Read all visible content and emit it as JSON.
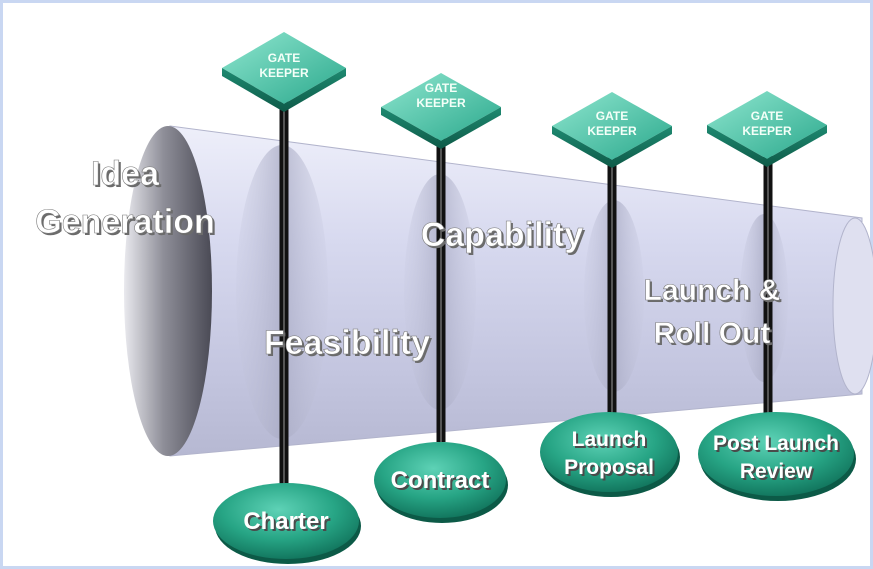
{
  "stages": [
    {
      "line1": "Idea",
      "line2": "Generation"
    },
    {
      "line1": "Feasibility"
    },
    {
      "line1": "Capability"
    },
    {
      "line1": "Launch &",
      "line2": "Roll Out"
    }
  ],
  "gatekeepers": [
    {
      "line1": "GATE",
      "line2": "KEEPER"
    },
    {
      "line1": "GATE",
      "line2": "KEEPER"
    },
    {
      "line1": "GATE",
      "line2": "KEEPER"
    },
    {
      "line1": "GATE",
      "line2": "KEEPER"
    }
  ],
  "milestones": [
    {
      "line1": "Charter"
    },
    {
      "line1": "Contract"
    },
    {
      "line1": "Launch",
      "line2": "Proposal"
    },
    {
      "line1": "Post Launch",
      "line2": "Review"
    }
  ],
  "colors": {
    "funnel": "#d4d6ee",
    "funnel_edge": "#9a9cb4",
    "mouth_dark": "#5e5e6c",
    "gate_teal": "#2fae93",
    "pill_teal": "#24a183",
    "pole": "#1a1a1a"
  }
}
